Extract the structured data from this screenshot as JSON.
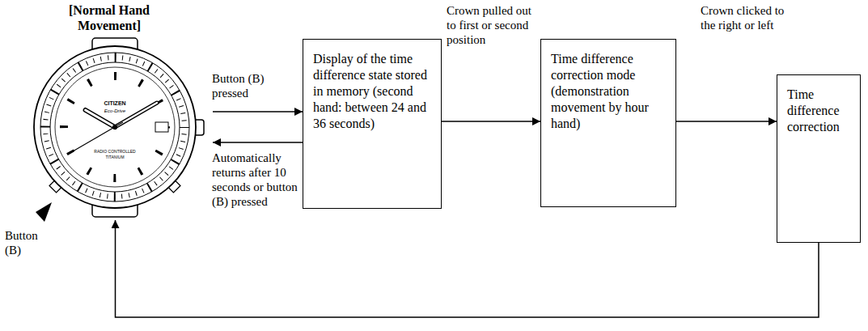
{
  "diagram": {
    "nodes": [
      {
        "text": [
          "[Normal Hand Movement]"
        ]
      },
      {
        "text": [
          "Display of the time difference state stored in memory (second hand: between 24 and 36 seconds)"
        ]
      },
      {
        "text": [
          "Time difference correction mode (demonstration movement by hour hand)"
        ]
      },
      {
        "text": [
          "Time difference correction"
        ]
      }
    ],
    "edges": [
      {
        "from": 0,
        "to": 1,
        "arrow": "to",
        "label": "Button (B) pressed"
      },
      {
        "from": 1,
        "to": 0,
        "arrow": "to",
        "label": "Automatically returns after 10 seconds or button (B) pressed"
      },
      {
        "from": 1,
        "to": 2,
        "arrow": "to",
        "label": "Crown pulled out to first or second position"
      },
      {
        "from": 2,
        "to": 3,
        "arrow": "to",
        "label": "Crown clicked to the right or left"
      },
      {
        "from": 3,
        "to": 0,
        "arrow": "to"
      }
    ],
    "labels": [
      "Button (B)",
      "CITIZEN",
      "Eco-Drive",
      "RADIO CONTROLLED",
      "TITANIUM"
    ]
  }
}
